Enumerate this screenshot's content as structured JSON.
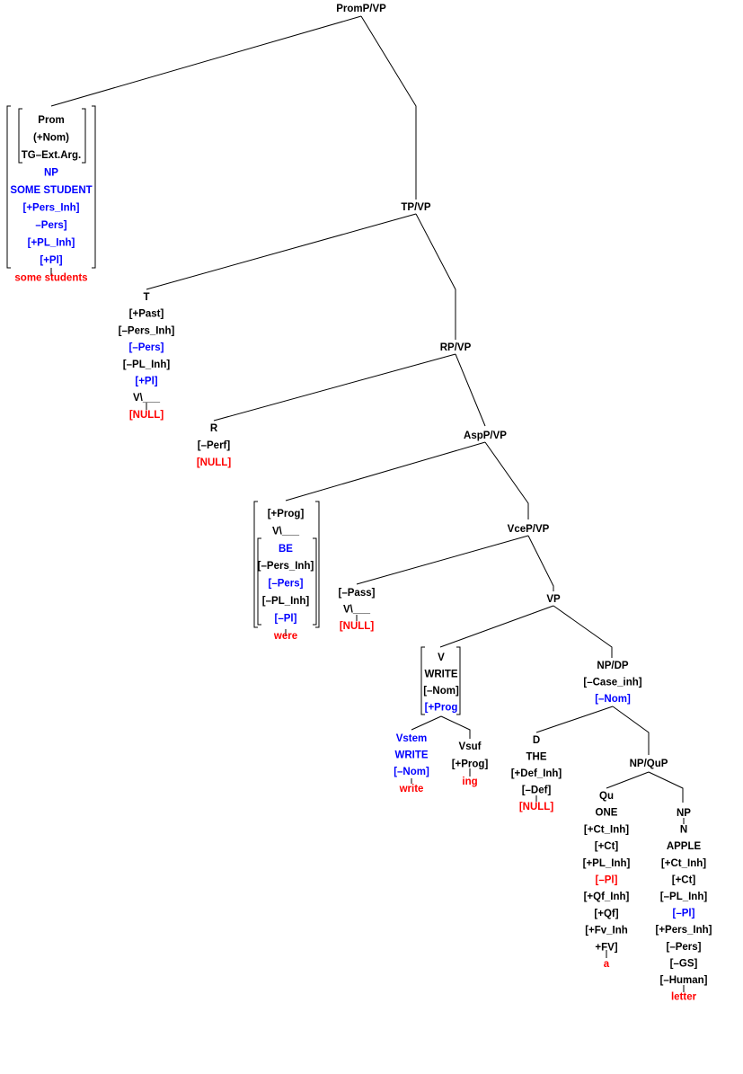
{
  "colors": {
    "black": "#000000",
    "blue": "#0000ff",
    "red": "#ff0000"
  },
  "nodes": {
    "promp": [
      {
        "t": "PromP/VP",
        "c": "black"
      }
    ],
    "prom": [
      {
        "t": "Prom",
        "c": "black"
      },
      {
        "t": "(+Nom)",
        "c": "black"
      },
      {
        "t": "TG–Ext.Arg.",
        "c": "black"
      },
      {
        "t": "NP",
        "c": "blue"
      },
      {
        "t": "SOME STUDENT",
        "c": "blue"
      },
      {
        "t": "[+Pers_Inh]",
        "c": "blue"
      },
      {
        "t": "–Pers]",
        "c": "blue"
      },
      {
        "t": "[+PL_Inh]",
        "c": "blue"
      },
      {
        "t": "[+Pl]",
        "c": "blue"
      },
      {
        "t": "some students",
        "c": "red"
      }
    ],
    "tp": [
      {
        "t": "TP/VP",
        "c": "black"
      }
    ],
    "t": [
      {
        "t": "T",
        "c": "black"
      },
      {
        "t": "[+Past]",
        "c": "black"
      },
      {
        "t": "[–Pers_Inh]",
        "c": "black"
      },
      {
        "t": "[–Pers]",
        "c": "blue"
      },
      {
        "t": "[–PL_Inh]",
        "c": "black"
      },
      {
        "t": "[+Pl]",
        "c": "blue"
      },
      {
        "t": "V\\___",
        "c": "black"
      },
      {
        "t": "[NULL]",
        "c": "red"
      }
    ],
    "rp": [
      {
        "t": "RP/VP",
        "c": "black"
      }
    ],
    "r": [
      {
        "t": "R",
        "c": "black"
      },
      {
        "t": "[–Perf]",
        "c": "black"
      },
      {
        "t": "[NULL]",
        "c": "red"
      }
    ],
    "asp": [
      {
        "t": "AspP/VP",
        "c": "black"
      }
    ],
    "prog": [
      {
        "t": "[+Prog]",
        "c": "black"
      },
      {
        "t": "V\\___",
        "c": "black"
      },
      {
        "t": "BE",
        "c": "blue"
      },
      {
        "t": "[–Pers_Inh]",
        "c": "black"
      },
      {
        "t": "[–Pers]",
        "c": "blue"
      },
      {
        "t": "[–PL_Inh]",
        "c": "black"
      },
      {
        "t": "[–Pl]",
        "c": "blue"
      },
      {
        "t": "were",
        "c": "red"
      }
    ],
    "vce": [
      {
        "t": "VceP/VP",
        "c": "black"
      }
    ],
    "pass": [
      {
        "t": "[–Pass]",
        "c": "black"
      },
      {
        "t": "V\\___",
        "c": "black"
      },
      {
        "t": "[NULL]",
        "c": "red"
      }
    ],
    "vp": [
      {
        "t": "VP",
        "c": "black"
      }
    ],
    "v": [
      {
        "t": "V",
        "c": "black"
      },
      {
        "t": "WRITE",
        "c": "black"
      },
      {
        "t": "[–Nom]",
        "c": "black"
      },
      {
        "t": "[+Prog",
        "c": "blue"
      }
    ],
    "vstem": [
      {
        "t": "Vstem",
        "c": "blue"
      },
      {
        "t": "WRITE",
        "c": "blue"
      },
      {
        "t": "[–Nom]",
        "c": "blue"
      },
      {
        "t": "write",
        "c": "red"
      }
    ],
    "vsuf": [
      {
        "t": "Vsuf",
        "c": "black"
      },
      {
        "t": "[+Prog]",
        "c": "black"
      },
      {
        "t": "ing",
        "c": "red"
      }
    ],
    "npdp": [
      {
        "t": "NP/DP",
        "c": "black"
      },
      {
        "t": "[–Case_inh]",
        "c": "black"
      },
      {
        "t": "[–Nom]",
        "c": "blue"
      }
    ],
    "d": [
      {
        "t": "D",
        "c": "black"
      },
      {
        "t": "THE",
        "c": "black"
      },
      {
        "t": "[+Def_Inh]",
        "c": "black"
      },
      {
        "t": "[–Def]",
        "c": "black"
      },
      {
        "t": "[NULL]",
        "c": "red"
      }
    ],
    "npqup": [
      {
        "t": "NP/QuP",
        "c": "black"
      }
    ],
    "qu": [
      {
        "t": "Qu",
        "c": "black"
      },
      {
        "t": "ONE",
        "c": "black"
      },
      {
        "t": "[+Ct_Inh]",
        "c": "black"
      },
      {
        "t": "[+Ct]",
        "c": "black"
      },
      {
        "t": "[+PL_Inh]",
        "c": "black"
      },
      {
        "t": "[–Pl]",
        "c": "red"
      },
      {
        "t": "[+Qf_Inh]",
        "c": "black"
      },
      {
        "t": "[+Qf]",
        "c": "black"
      },
      {
        "t": "[+Fv_Inh",
        "c": "black"
      },
      {
        "t": "+FV]",
        "c": "black"
      },
      {
        "t": "a",
        "c": "red"
      }
    ],
    "np": [
      {
        "t": "NP",
        "c": "black"
      },
      {
        "t": "N",
        "c": "black"
      },
      {
        "t": "APPLE",
        "c": "black"
      },
      {
        "t": "[+Ct_Inh]",
        "c": "black"
      },
      {
        "t": "[+Ct]",
        "c": "black"
      },
      {
        "t": "[–PL_Inh]",
        "c": "black"
      },
      {
        "t": "[–Pl]",
        "c": "blue"
      },
      {
        "t": "[+Pers_Inh]",
        "c": "black"
      },
      {
        "t": "[–Pers]",
        "c": "black"
      },
      {
        "t": "[–GS]",
        "c": "black"
      },
      {
        "t": "[–Human]",
        "c": "black"
      },
      {
        "t": "letter",
        "c": "red"
      }
    ]
  }
}
